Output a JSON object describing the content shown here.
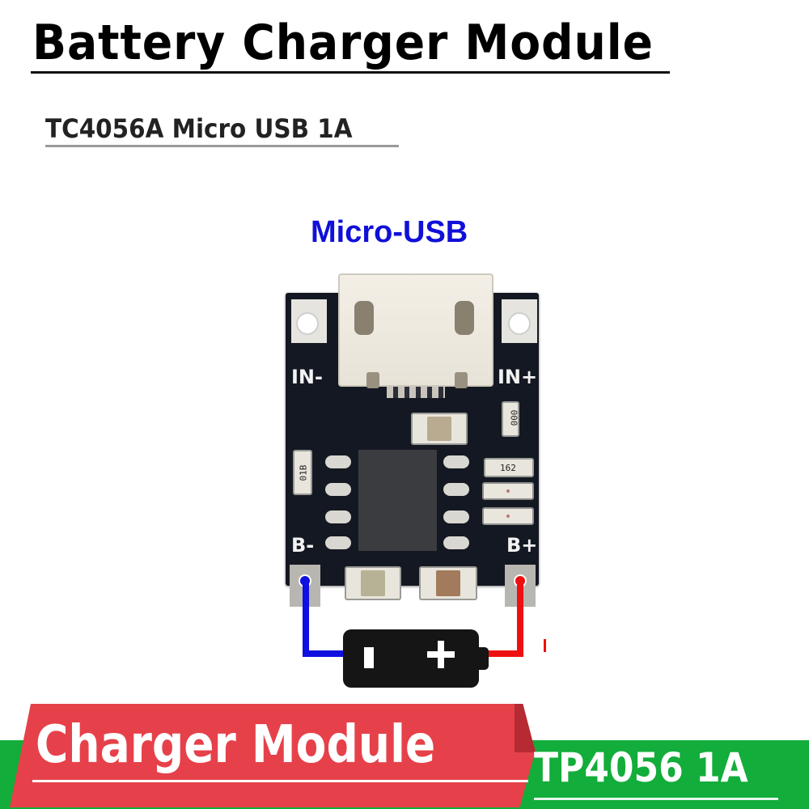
{
  "header": {
    "title": "Battery Charger Module",
    "subtitle": "TC4056A Micro USB 1A"
  },
  "diagram": {
    "connector_label": "Micro-USB",
    "pin_labels": {
      "in_minus": "IN-",
      "in_plus": "IN+",
      "b_minus": "B-",
      "b_plus": "B+"
    },
    "resistor_codes": {
      "left": "01B",
      "right_top": "000",
      "right_mid": "162"
    },
    "wire_colors": {
      "negative": "#1010e0",
      "positive": "#ee1010"
    },
    "battery": {
      "minus_symbol": "−",
      "plus_symbol": "+"
    }
  },
  "banner": {
    "main_label": "Charger Module",
    "model_label": "TP4056 1A",
    "colors": {
      "red": "#e6414a",
      "green": "#12ad3a"
    }
  }
}
